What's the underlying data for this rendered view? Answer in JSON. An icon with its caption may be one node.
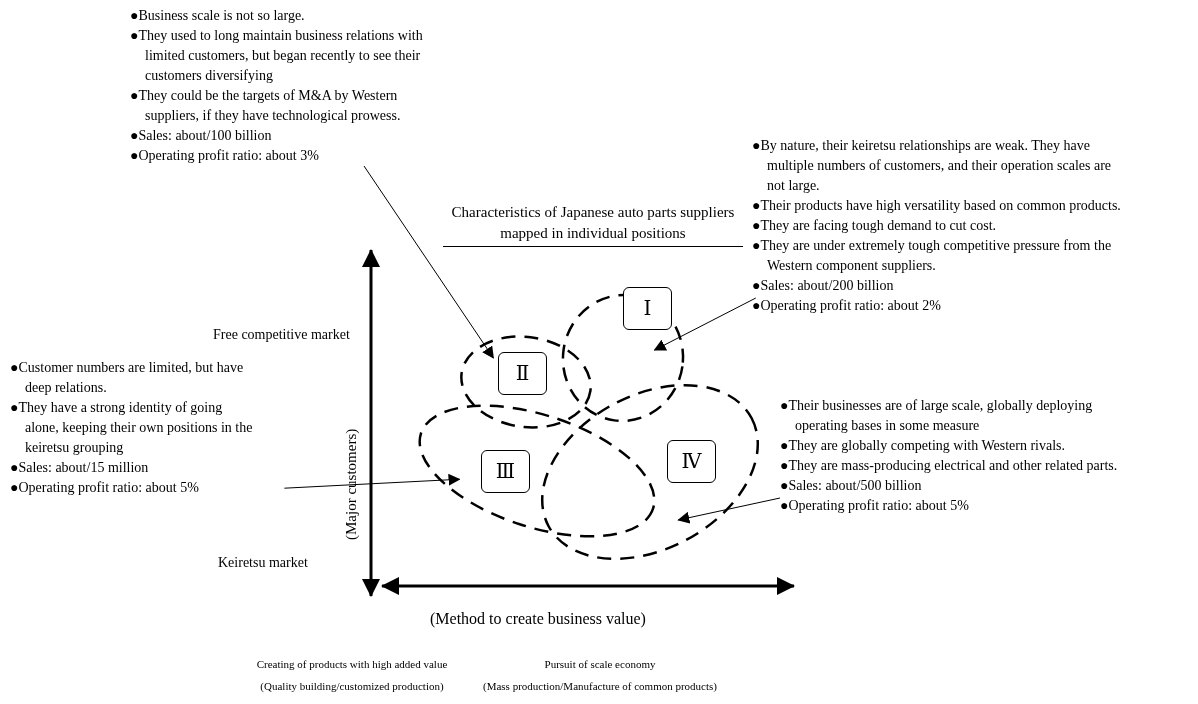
{
  "diagram": {
    "title": "Characteristics of Japanese auto parts suppliers mapped in individual positions",
    "nodes": [
      {
        "text": [
          "●Business scale is not so large.",
          "●They used to long maintain business relations with limited customers, but began recently to see their customers diversifying",
          "●They could be the targets of M&A by Western suppliers, if they have technological prowess.",
          "●Sales: about/100 billion",
          "●Operating profit ratio: about 3%"
        ]
      },
      {
        "text": [
          "●By nature, their keiretsu relationships are weak. They have multiple numbers of customers, and their operation scales are not large.",
          "●Their products have high versatility based on common products.",
          "●They are facing tough demand to cut cost.",
          "●They are under extremely tough competitive pressure from the Western component suppliers.",
          "●Sales: about/200 billion",
          "●Operating profit ratio: about 2%"
        ]
      },
      {
        "text": [
          "●Customer numbers are limited, but have deep relations.",
          "●They have a strong identity of going alone, keeping their own positions in the keiretsu grouping",
          "●Sales: about/15 million",
          "●Operating profit ratio: about 5%"
        ]
      },
      {
        "text": [
          "●Their businesses are of large scale, globally deploying operating bases in some measure",
          "●They are globally competing with Western rivals.",
          "●They are mass-producing electrical and other related parts.",
          "●Sales: about/500 billion",
          "●Operating profit ratio: about 5%"
        ]
      },
      {
        "text": [],
        "shape": "ellipse"
      },
      {
        "text": [],
        "shape": "ellipse"
      },
      {
        "text": [],
        "shape": "ellipse"
      },
      {
        "text": [],
        "shape": "ellipse"
      },
      {
        "text": [
          "Ⅰ"
        ]
      },
      {
        "text": [
          "Ⅱ"
        ],
        "in": 5
      },
      {
        "text": [
          "Ⅲ"
        ],
        "in": 6
      },
      {
        "text": [
          "Ⅳ"
        ],
        "in": 7
      }
    ],
    "edges": [
      {
        "from": 0,
        "to": 5,
        "arrow": "to"
      },
      {
        "from": 1,
        "to": 4,
        "arrow": "to"
      },
      {
        "from": 2,
        "to": 6,
        "arrow": "to"
      },
      {
        "from": 3,
        "to": 7,
        "arrow": "to"
      }
    ],
    "labels": [
      "Free competitive market",
      "(Major customers)",
      "Keiretsu market",
      "(Method to create business value)",
      "Creating of products with high added value",
      "(Quality building/customized production)",
      "Pursuit of scale economy",
      "(Mass production/Manufacture of common products)"
    ]
  }
}
